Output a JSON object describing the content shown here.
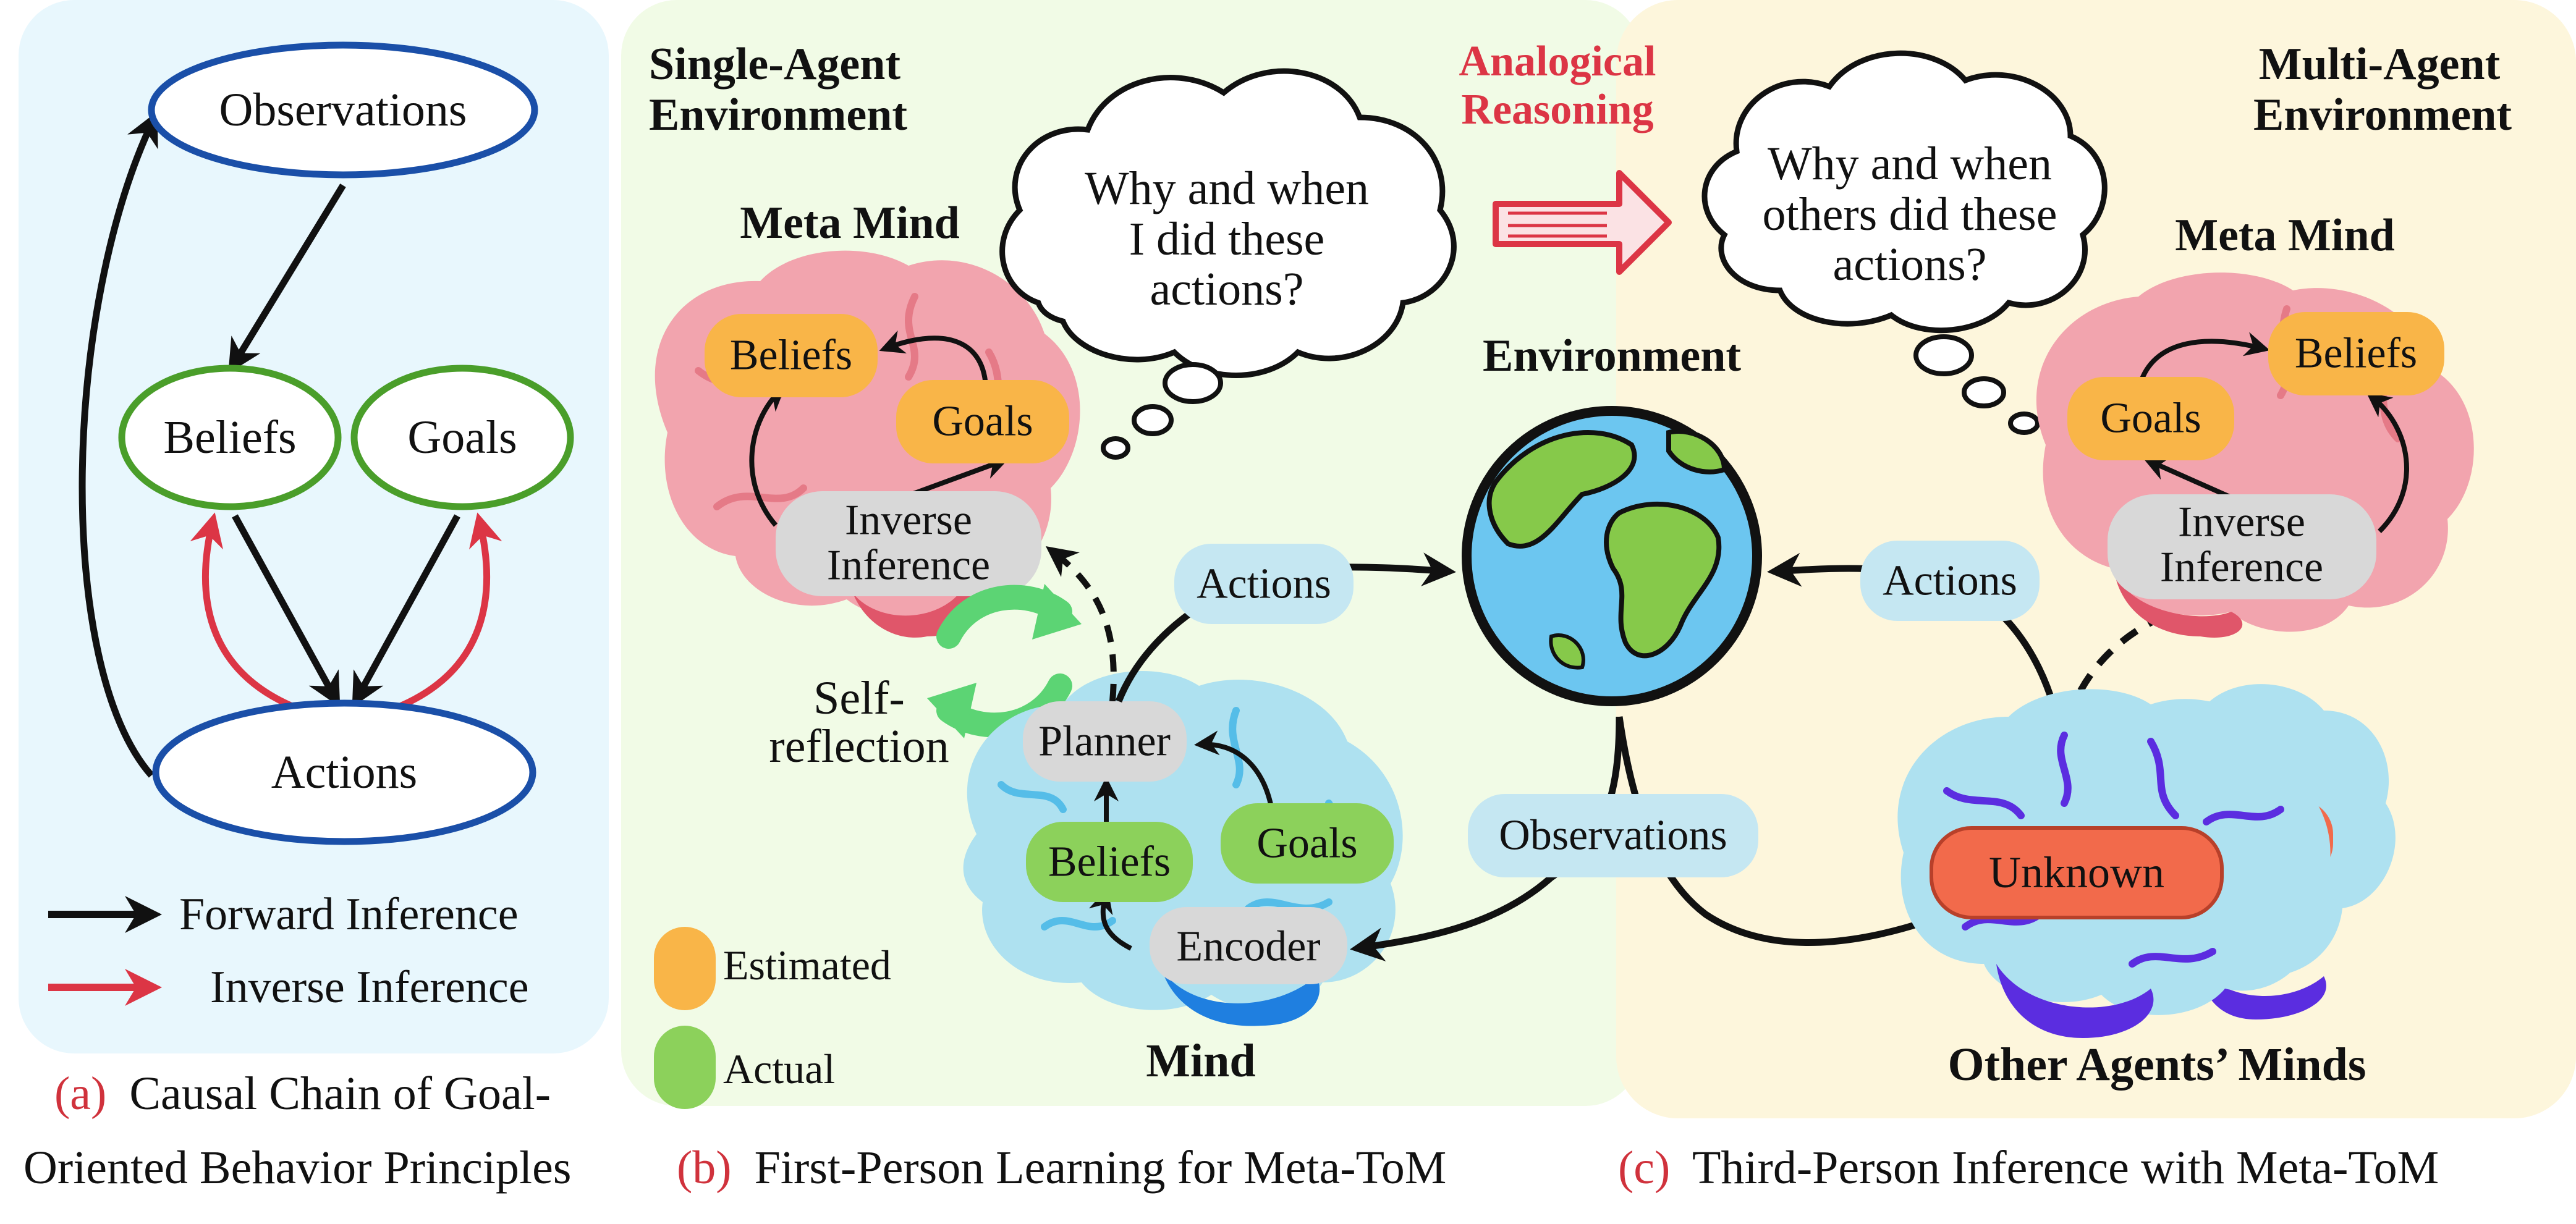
{
  "colors": {
    "panel_a_bg": "#e8f7fd",
    "panel_b_bg": "#f1fbe6",
    "panel_c_bg": "#fdf6dc",
    "ellipse_blue": "#1a4fa8",
    "ellipse_green": "#4a9e2a",
    "forward_arrow": "#111111",
    "inverse_arrow": "#dc3545",
    "estimated": "#f9b548",
    "actual": "#8cd15b",
    "node_gray": "#d8d8d8",
    "pill_blue": "#c5e7f2",
    "unknown": "#f26a4b",
    "caption_red": "#d0323c",
    "brain_pink": "#f2a4ae",
    "brain_blue": "#aee1f0",
    "analogical": "#dc3545"
  },
  "panel_a": {
    "nodes": {
      "observations": "Observations",
      "beliefs": "Beliefs",
      "goals": "Goals",
      "actions": "Actions"
    },
    "legend": {
      "forward": "Forward Inference",
      "inverse": "Inverse Inference"
    },
    "caption": {
      "letter": "(a)",
      "line1": "Causal Chain of Goal-",
      "line2": "Oriented Behavior Principles"
    }
  },
  "panel_b": {
    "title_line1": "Single-Agent",
    "title_line2": "Environment",
    "meta_mind": "Meta Mind",
    "meta_nodes": {
      "beliefs": "Beliefs",
      "goals": "Goals",
      "inverse_line1": "Inverse",
      "inverse_line2": "Inference"
    },
    "thought": {
      "line1": "Why and when",
      "line2": "I did these",
      "line3": "actions?"
    },
    "self_reflection_line1": "Self-",
    "self_reflection_line2": "reflection",
    "mind_nodes": {
      "planner": "Planner",
      "beliefs": "Beliefs",
      "goals": "Goals",
      "encoder": "Encoder"
    },
    "mind_label": "Mind",
    "actions_pill": "Actions",
    "observations_pill": "Observations",
    "legend": {
      "estimated": "Estimated",
      "actual": "Actual"
    },
    "caption": {
      "letter": "(b)",
      "text": "First-Person Learning for Meta-ToM"
    }
  },
  "environment_label": "Environment",
  "analogical": {
    "line1": "Analogical",
    "line2": "Reasoning"
  },
  "panel_c": {
    "title_line1": "Multi-Agent",
    "title_line2": "Environment",
    "meta_mind": "Meta Mind",
    "meta_nodes": {
      "beliefs": "Beliefs",
      "goals": "Goals",
      "inverse_line1": "Inverse",
      "inverse_line2": "Inference"
    },
    "thought": {
      "line1": "Why and when",
      "line2": "others did these",
      "line3": "actions?"
    },
    "actions_pill": "Actions",
    "unknown": "Unknown",
    "minds_label": "Other Agents’ Minds",
    "caption": {
      "letter": "(c)",
      "text": "Third-Person Inference with Meta-ToM"
    }
  }
}
